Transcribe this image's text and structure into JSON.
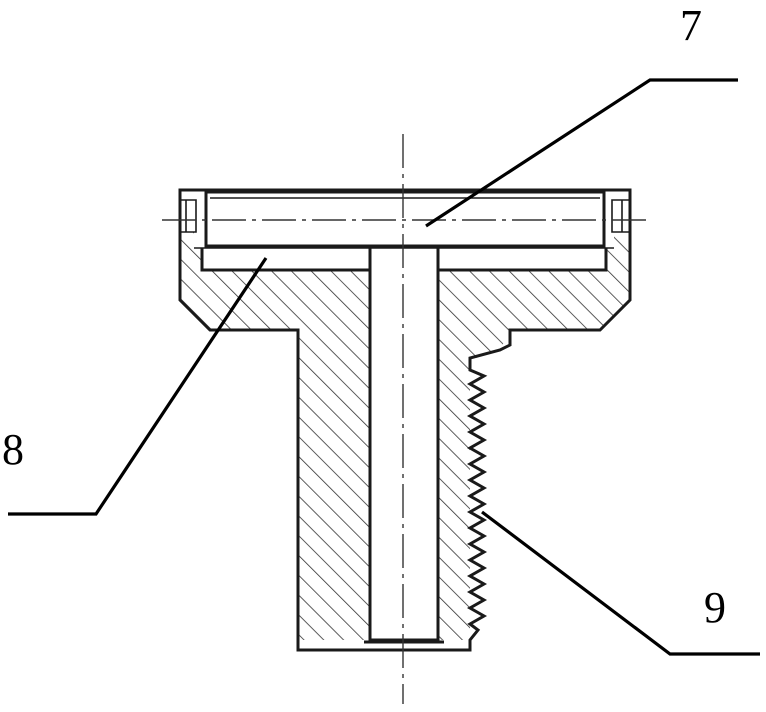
{
  "callouts": [
    {
      "id": "7",
      "label": "7"
    },
    {
      "id": "8",
      "label": "8"
    },
    {
      "id": "9",
      "label": "9"
    }
  ],
  "colors": {
    "line": "#1a1a1a",
    "hatch": "#333333",
    "background": "#ffffff"
  }
}
